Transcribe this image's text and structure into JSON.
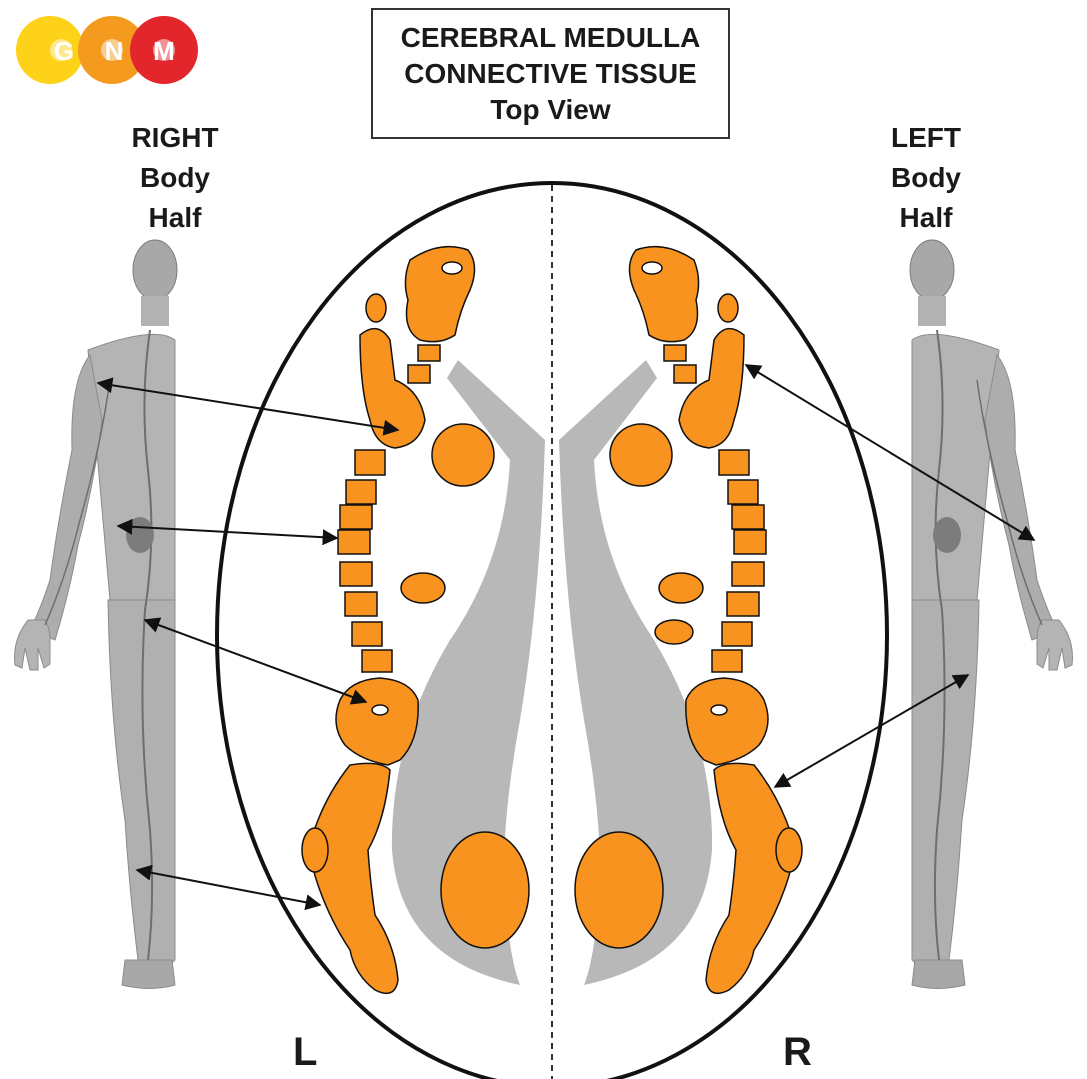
{
  "logo": {
    "letters": [
      "G",
      "N",
      "M"
    ],
    "colors": [
      "#ffd21a",
      "#f39a1f",
      "#e3262b"
    ]
  },
  "title": {
    "lines": [
      "CEREBRAL MEDULLA",
      "CONNECTIVE TISSUE",
      "Top View"
    ]
  },
  "left_label": {
    "lines": [
      "RIGHT",
      "Body",
      "Half"
    ]
  },
  "right_label": {
    "lines": [
      "LEFT",
      "Body",
      "Half"
    ]
  },
  "hemispheres": {
    "left": "L",
    "right": "R"
  },
  "colors": {
    "relay": "#f7931e",
    "ventricle": "#b8b8b8",
    "outline": "#111111",
    "body": "#8c8c8c"
  }
}
